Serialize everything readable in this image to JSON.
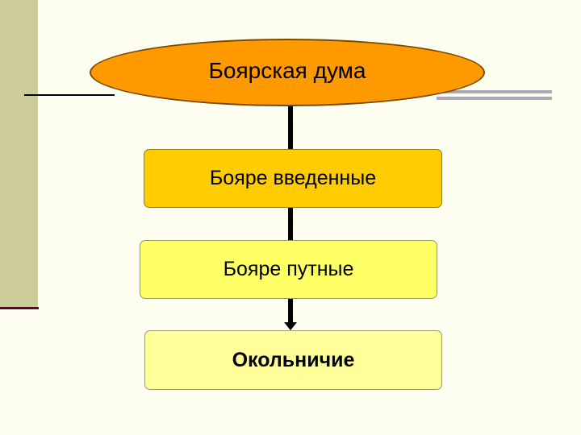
{
  "diagram": {
    "root": {
      "label": "Боярская дума"
    },
    "levels": [
      {
        "label": "Бояре введенные",
        "color": "#ffcc00"
      },
      {
        "label": "Бояре путные",
        "color": "#ffff66"
      },
      {
        "label": "Окольничие",
        "color": "#ffff99"
      }
    ]
  },
  "colors": {
    "root_fill": "#ff9900",
    "background": "#fdfdf0",
    "side_band": "#cccc99"
  }
}
